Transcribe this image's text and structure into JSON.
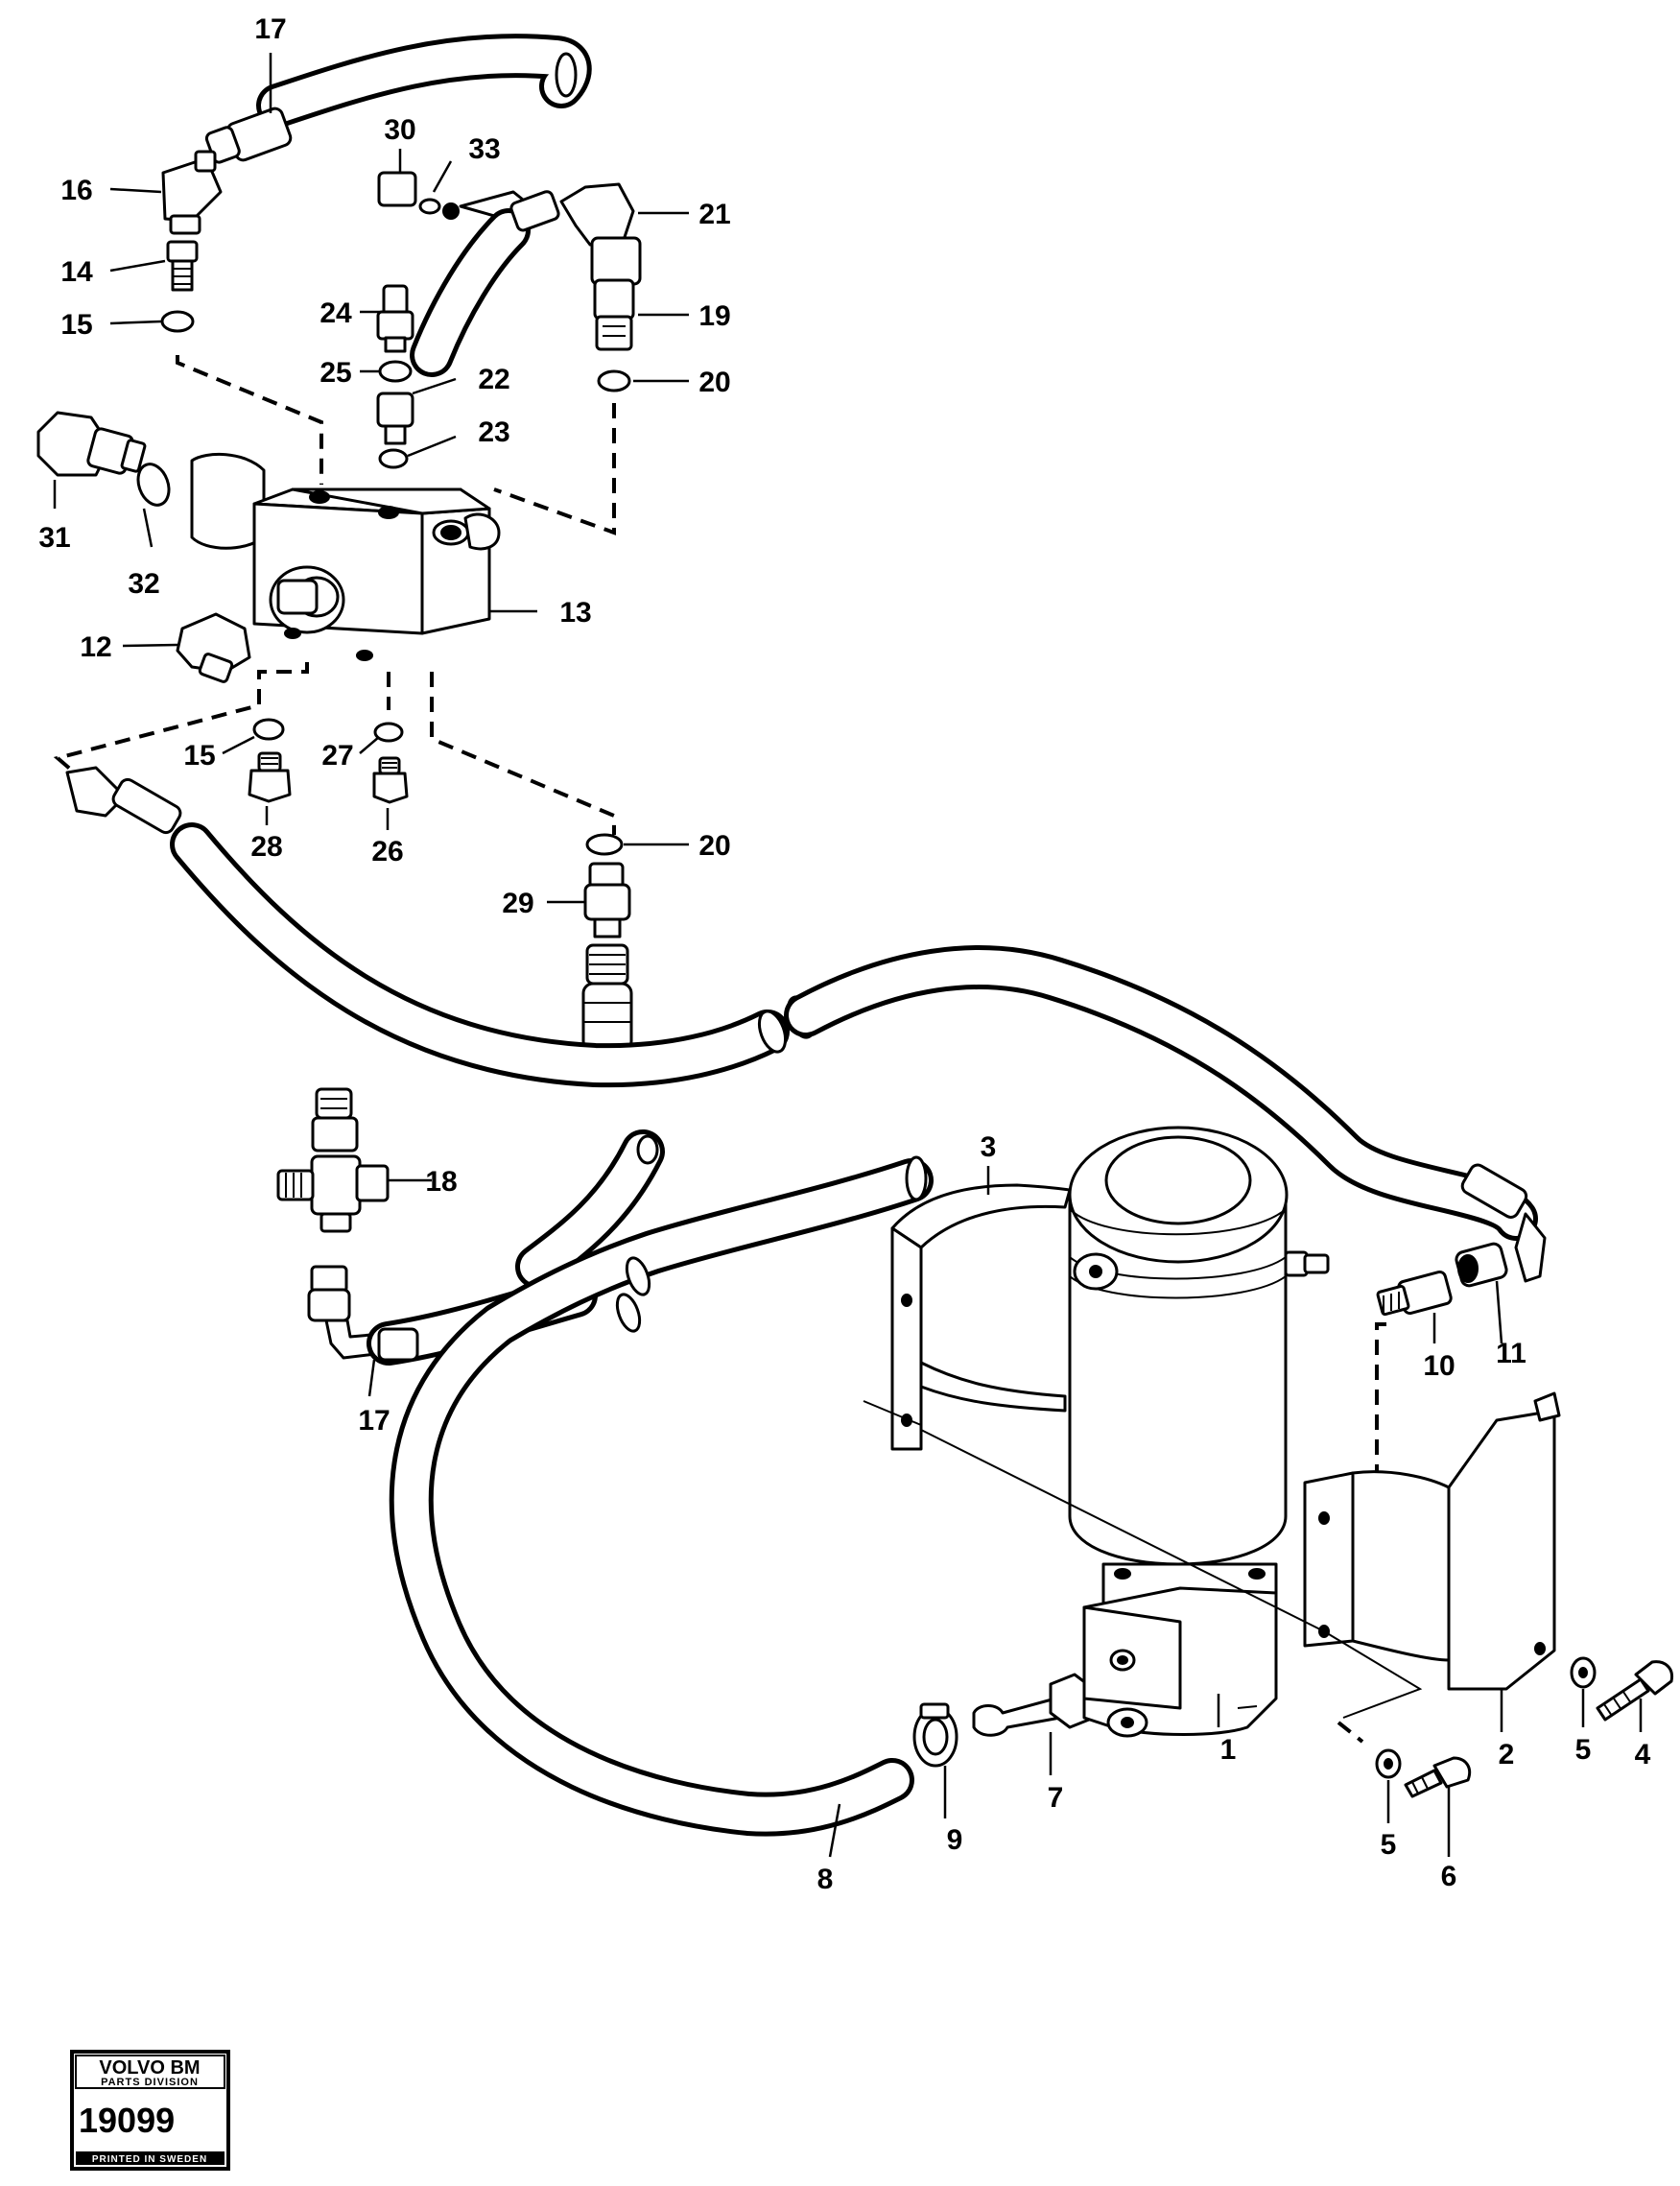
{
  "labels": {
    "l1": "1",
    "l2": "2",
    "l3": "3",
    "l4": "4",
    "l5a": "5",
    "l5b": "5",
    "l6": "6",
    "l7": "7",
    "l8": "8",
    "l9": "9",
    "l10": "10",
    "l11": "11",
    "l12": "12",
    "l13": "13",
    "l14": "14",
    "l15a": "15",
    "l15b": "15",
    "l16": "16",
    "l17a": "17",
    "l17b": "17",
    "l18": "18",
    "l19": "19",
    "l20a": "20",
    "l20b": "20",
    "l21": "21",
    "l22": "22",
    "l23": "23",
    "l24": "24",
    "l25": "25",
    "l26": "26",
    "l27": "27",
    "l28": "28",
    "l29": "29",
    "l30": "30",
    "l31": "31",
    "l32": "32",
    "l33": "33"
  },
  "stamp": {
    "title": "VOLVO BM",
    "subtitle": "PARTS DIVISION",
    "number": "19099",
    "footer": "PRINTED IN SWEDEN"
  }
}
